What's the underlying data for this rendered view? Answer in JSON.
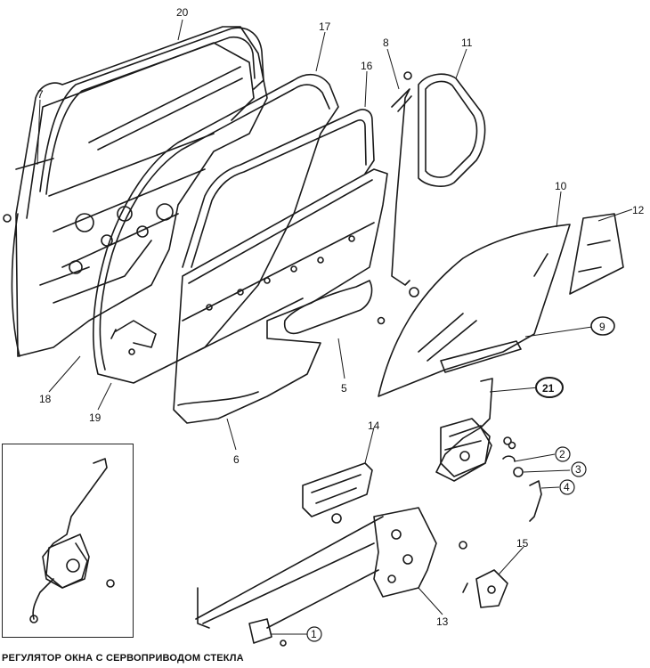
{
  "inset": {
    "caption": "РЕГУЛЯТОР ОКНА С СЕРВОПРИВОДОМ СТЕКЛА"
  },
  "callouts": [
    {
      "id": "c1",
      "label": "1"
    },
    {
      "id": "c2",
      "label": "2"
    },
    {
      "id": "c3",
      "label": "3"
    },
    {
      "id": "c4",
      "label": "4"
    },
    {
      "id": "c5",
      "label": "5"
    },
    {
      "id": "c6",
      "label": "6"
    },
    {
      "id": "c7",
      "label": "7"
    },
    {
      "id": "c8",
      "label": "8"
    },
    {
      "id": "c9",
      "label": "9"
    },
    {
      "id": "c10",
      "label": "10"
    },
    {
      "id": "c11",
      "label": "11"
    },
    {
      "id": "c12",
      "label": "12"
    },
    {
      "id": "c13",
      "label": "13"
    },
    {
      "id": "c14",
      "label": "14"
    },
    {
      "id": "c15",
      "label": "15"
    },
    {
      "id": "c16",
      "label": "16"
    },
    {
      "id": "c17",
      "label": "17"
    },
    {
      "id": "c18",
      "label": "18"
    },
    {
      "id": "c19",
      "label": "19"
    },
    {
      "id": "c20",
      "label": "20"
    },
    {
      "id": "c21",
      "label": "21"
    }
  ]
}
